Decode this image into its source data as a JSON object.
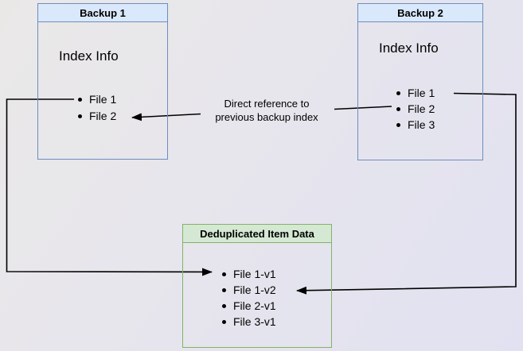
{
  "diagram": {
    "backup1": {
      "title": "Backup 1",
      "sublabel": "Index Info",
      "files": [
        "File 1",
        "File 2"
      ]
    },
    "backup2": {
      "title": "Backup 2",
      "sublabel": "Index Info",
      "files": [
        "File 1",
        "File 2",
        "File 3"
      ]
    },
    "dedup": {
      "title": "Deduplicated Item Data",
      "items": [
        "File 1-v1",
        "File 1-v2",
        "File 2-v1",
        "File 3-v1"
      ]
    },
    "annotation": {
      "line1": "Direct reference to",
      "line2": "previous backup index"
    },
    "colors": {
      "blue_border": "#6c8ebf",
      "blue_header": "#dae8fc",
      "green_border": "#82b366",
      "green_header": "#d5e8d4",
      "line": "#000000"
    }
  }
}
